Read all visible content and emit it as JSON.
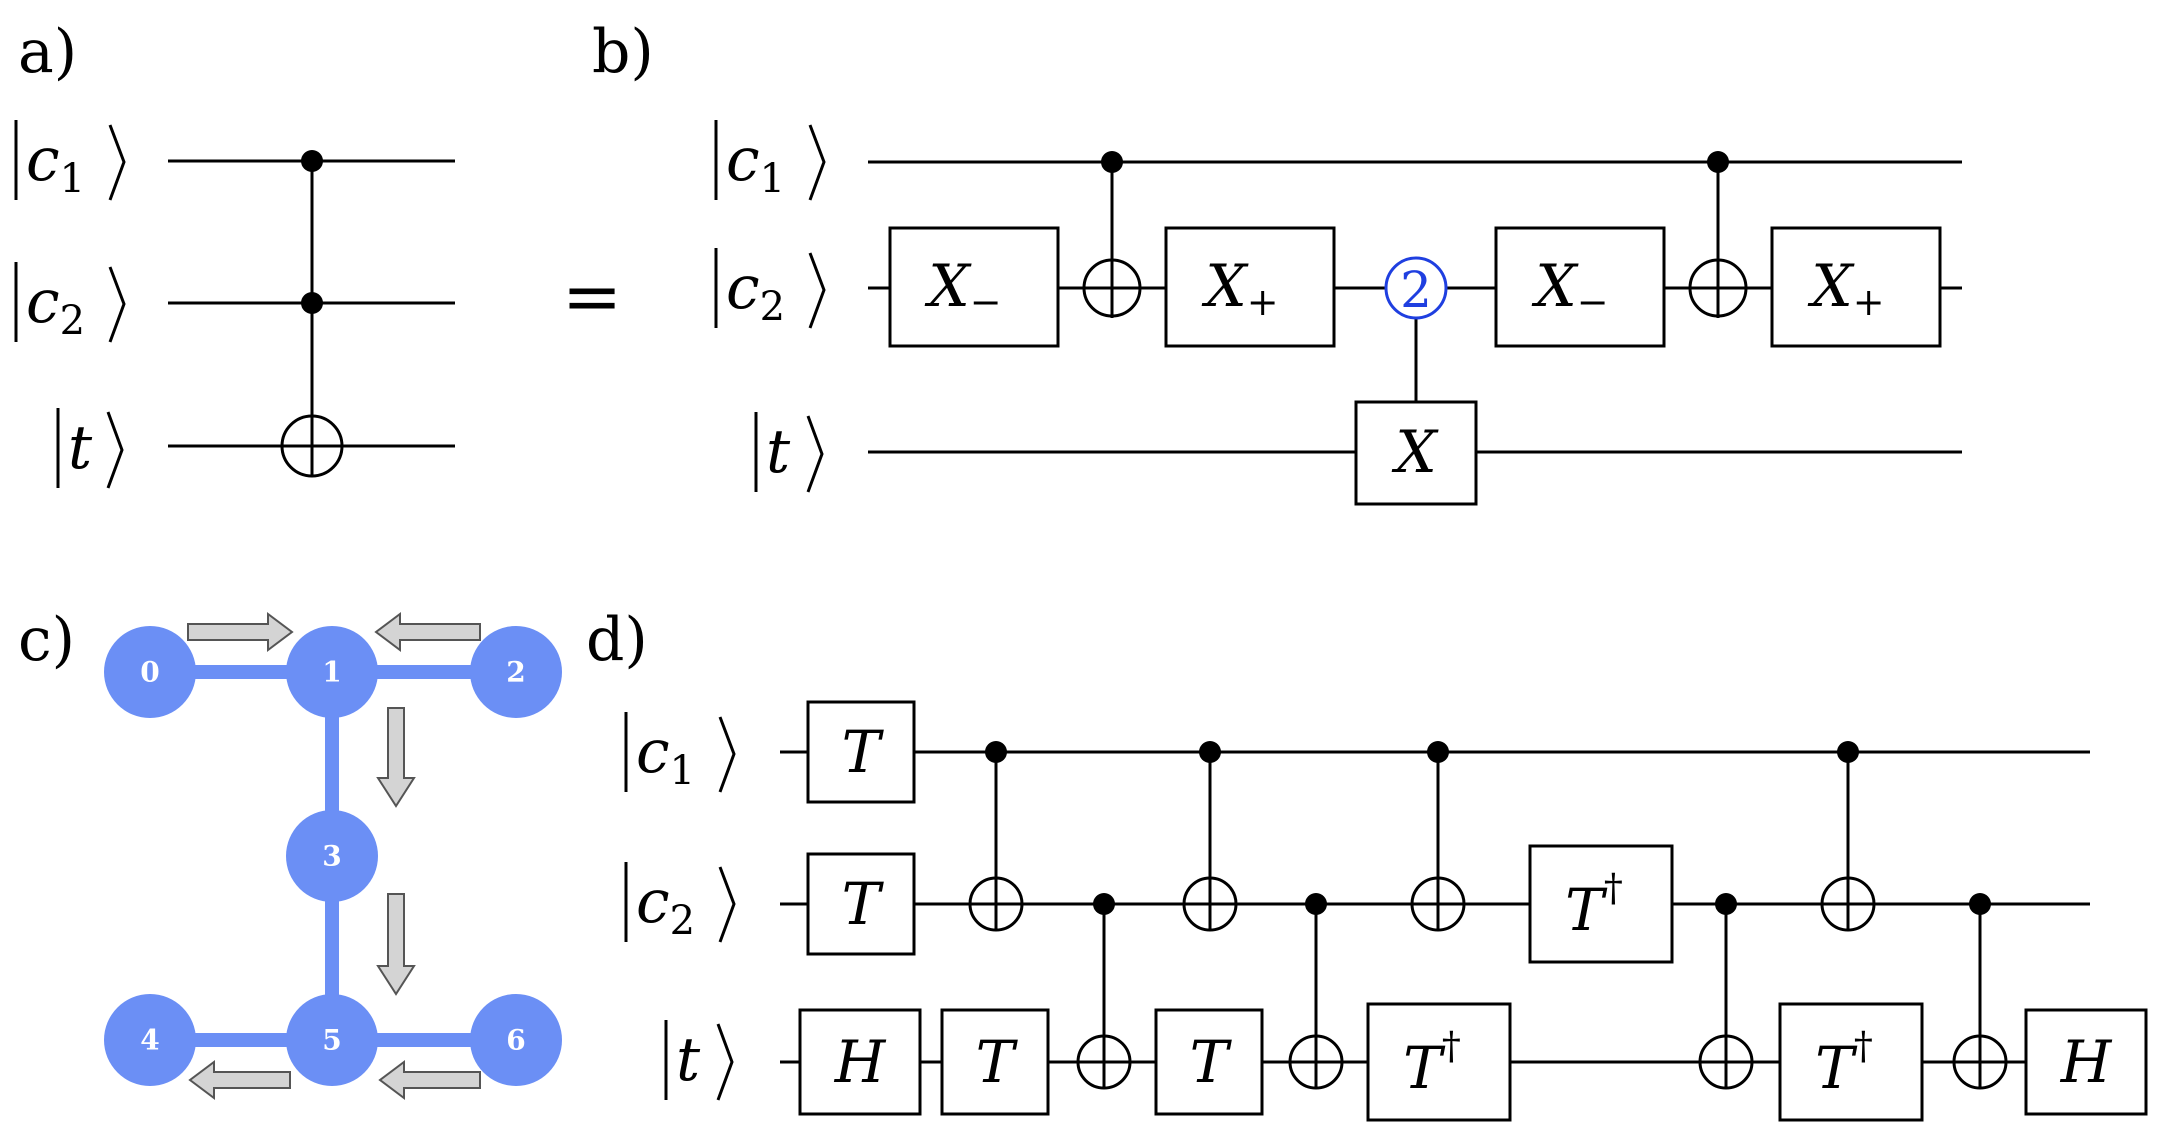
{
  "panels": {
    "a": "a)",
    "b": "b)",
    "c": "c)",
    "d": "d)"
  },
  "kets": {
    "c1": "c",
    "c1_sub": "1",
    "c2": "c",
    "c2_sub": "2",
    "t": "t"
  },
  "equals_sign": "=",
  "gates": {
    "x_minus": "X",
    "x_minus_sub": "−",
    "x_plus": "X",
    "x_plus_sub": "+",
    "x": "X",
    "qutrit_control": "2",
    "t": "T",
    "t_dagger": "T",
    "dagger": "†",
    "h": "H"
  },
  "graph": {
    "nodes": [
      "0",
      "1",
      "2",
      "3",
      "4",
      "5",
      "6"
    ],
    "edges": [
      [
        "0",
        "1"
      ],
      [
        "1",
        "2"
      ],
      [
        "1",
        "3"
      ],
      [
        "3",
        "5"
      ],
      [
        "4",
        "5"
      ],
      [
        "5",
        "6"
      ]
    ]
  },
  "colors": {
    "node": "#6b8ff5",
    "qutrit_control": "#1f3fe0",
    "arrow_fill": "#d4d4d4"
  }
}
